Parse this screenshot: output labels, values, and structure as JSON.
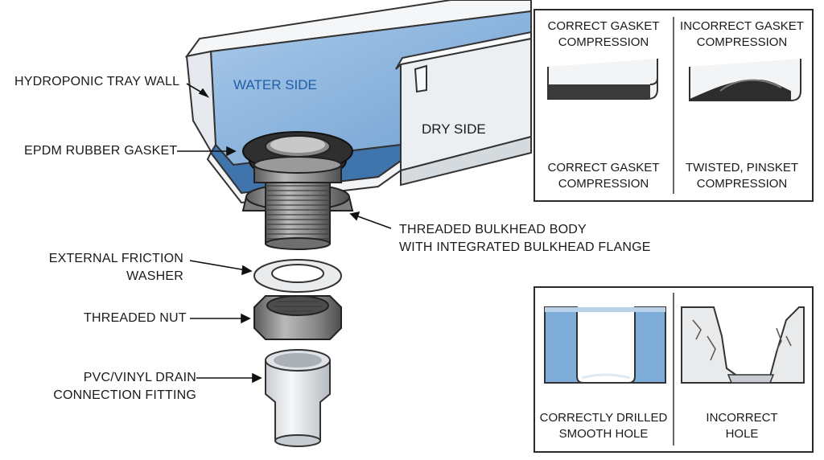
{
  "colors": {
    "water": "#8fb8df",
    "water_dark": "#5e90c4",
    "tray_wall": "#eef1f4",
    "gasket": "#2b2b2b",
    "metal": "#8a8a8a",
    "pvc": "#e9ecef",
    "outline": "#333333"
  },
  "tray": {
    "water_side_label": "WATER SIDE",
    "dry_side_label": "DRY SIDE"
  },
  "callouts": {
    "tray_wall": "HYDROPONIC TRAY WALL",
    "gasket": "EPDM RUBBER GASKET",
    "bulkhead_line1": "THREADED BULKHEAD BODY",
    "bulkhead_line2": "WITH INTEGRATED BULKHEAD FLANGE",
    "washer_line1": "EXTERNAL FRICTION",
    "washer_line2": "WASHER",
    "nut": "THREADED NUT",
    "fitting_line1": "PVC/VINYL DRAIN",
    "fitting_line2": "CONNECTION FITTING"
  },
  "gasket_panel": {
    "left_title_line1": "CORRECT GASKET",
    "left_title_line2": "COMPRESSION",
    "right_title_line1": "INCORRECT GASKET",
    "right_title_line2": "COMPRESSION",
    "left_caption_line1": "CORRECT GASKET",
    "left_caption_line2": "COMPRESSION",
    "right_caption_line1": "TWISTED, PINSKET",
    "right_caption_line2": "COMPRESSION"
  },
  "hole_panel": {
    "left_caption_line1": "CORRECTLY DRILLED",
    "left_caption_line2": "SMOOTH HOLE",
    "right_caption_line1": "INCORRECT",
    "right_caption_line2": "HOLE"
  }
}
